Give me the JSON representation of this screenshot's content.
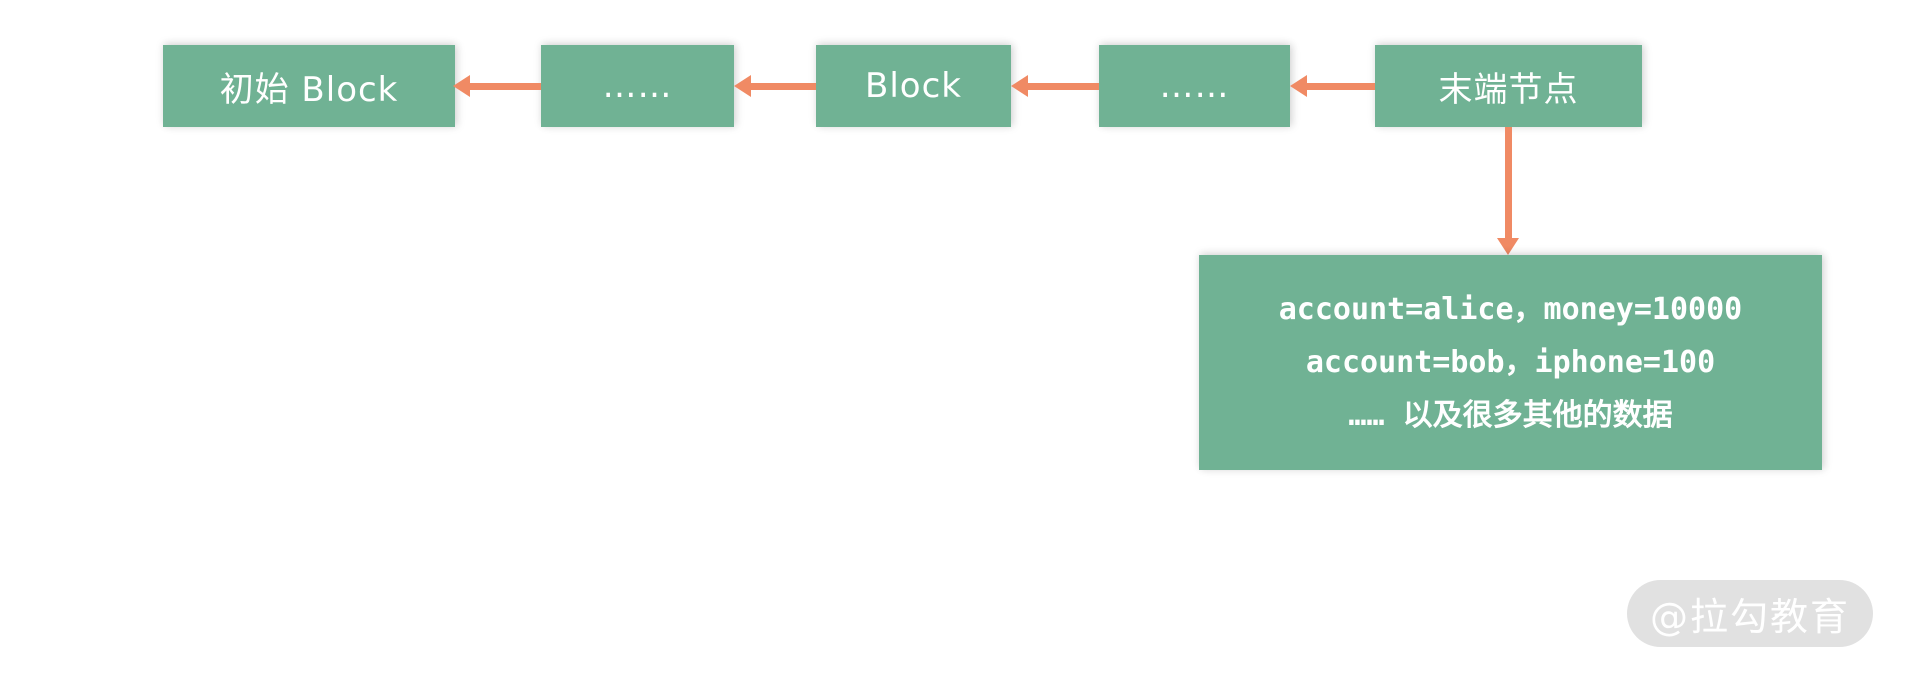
{
  "colors": {
    "node_green": "#70b294",
    "arrow_salmon": "#f08a64",
    "node_text": "#ffffff",
    "watermark_bg": "#e1e1e1",
    "watermark_text": "#ffffff",
    "background": "#ffffff"
  },
  "chain": {
    "nodes": [
      {
        "id": "genesis",
        "label": "初始 Block"
      },
      {
        "id": "ellipsis-1",
        "label": "……"
      },
      {
        "id": "block",
        "label": "Block"
      },
      {
        "id": "ellipsis-2",
        "label": "……"
      },
      {
        "id": "tail",
        "label": "末端节点"
      }
    ]
  },
  "data_box": {
    "lines": [
      "account=alice，money=10000",
      "account=bob，iphone=100",
      "…… 以及很多其他的数据"
    ]
  },
  "watermark": {
    "label": "@拉勾教育"
  }
}
